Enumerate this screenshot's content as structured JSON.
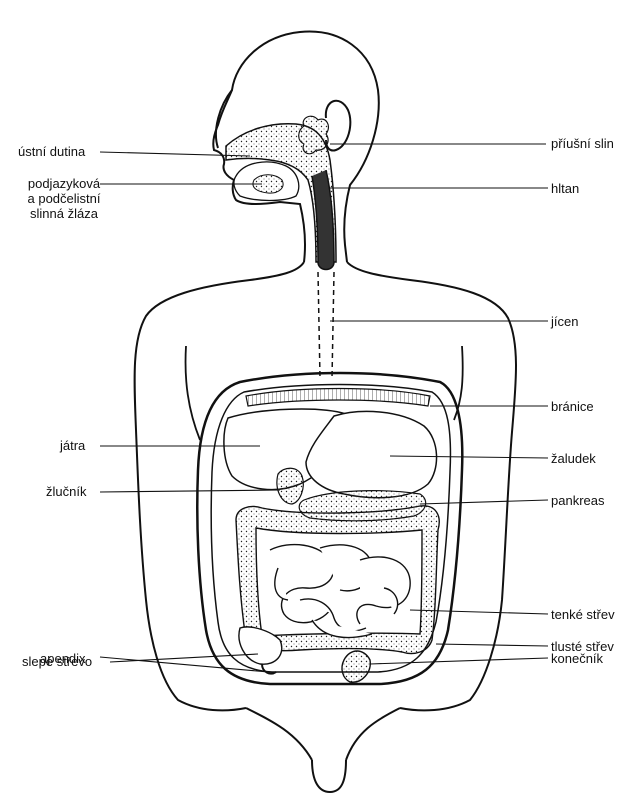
{
  "labels": {
    "oral_cavity": "ústní dutina",
    "sublingual_line1": "podjazyková",
    "sublingual_line2": "a podčelistní",
    "sublingual_line3": "slinná žláza",
    "liver": "játra",
    "gallbladder": "žlučník",
    "cecum": "slepé střevo",
    "appendix": "apendix",
    "parotid": "příušní slin",
    "pharynx": "hltan",
    "esophagus": "jícen",
    "diaphragm": "bránice",
    "stomach": "žaludek",
    "pancreas": "pankreas",
    "small_intestine": "tenké střev",
    "large_intestine": "tlusté střev",
    "rectum": "konečník"
  },
  "colors": {
    "ink": "#111111",
    "background": "#ffffff"
  }
}
